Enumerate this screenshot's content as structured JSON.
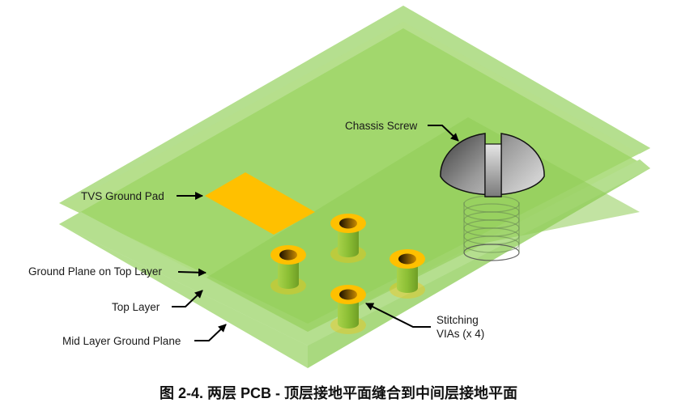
{
  "figure": {
    "caption": "图 2-4. 两层 PCB - 顶层接地平面缝合到中间层接地平面",
    "labels": {
      "chassis_screw": "Chassis Screw",
      "tvs_ground_pad": "TVS Ground Pad",
      "ground_plane_top": "Ground Plane on Top Layer",
      "top_layer": "Top Layer",
      "mid_layer_ground": "Mid Layer Ground Plane",
      "stitching_vias_line1": "Stitching",
      "stitching_vias_line2": "VIAs (x 4)"
    },
    "via_count": 4,
    "colors": {
      "board_light": "#b5df8f",
      "board_mid": "#9dd466",
      "board_dark": "#8fcc55",
      "pad_gold": "#ffc000",
      "via_barrel": "#8fc43a",
      "screw_dark": "#4a4a4a",
      "screw_light": "#c8c8c8",
      "text": "#1a1a1a"
    }
  }
}
